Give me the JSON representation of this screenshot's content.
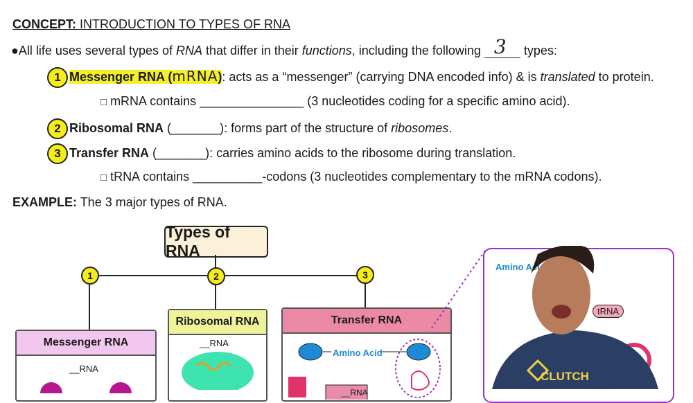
{
  "concept": {
    "prefix": "CONCEPT:",
    "title": "INTRODUCTION TO TYPES OF RNA"
  },
  "intro": {
    "bullet": "●",
    "text_a": "All life uses several types of ",
    "rna": "RNA",
    "text_b": " that differ in their ",
    "functions": "functions",
    "text_c": ", including the following ",
    "handwritten": "3",
    "text_d": " types:"
  },
  "items": [
    {
      "num": "1",
      "name": "Messenger RNA",
      "open": " (",
      "abbr": "mRNA",
      "close": ")",
      "desc_a": ": acts as a “messenger” (carrying DNA encoded info) & is ",
      "desc_it": "translated",
      "desc_b": " to protein."
    },
    {
      "num": "2",
      "name": "Ribosomal RNA",
      "blank": " (_______)",
      "desc_a": ": forms part of the structure of ",
      "desc_it": "ribosomes",
      "desc_b": "."
    },
    {
      "num": "3",
      "name": "Transfer RNA",
      "blank": " (_______)",
      "desc_a": ": carries amino acids to the ribosome during translation."
    }
  ],
  "sub1": {
    "box": "□",
    "text": "mRNA contains _______________ (3 nucleotides coding for a specific amino acid)."
  },
  "sub3": {
    "box": "□",
    "text": "tRNA contains __________-codons (3 nucleotides complementary to the mRNA codons)."
  },
  "example": {
    "prefix": "EXAMPLE:",
    "text": " The 3 major types of RNA."
  },
  "diagram": {
    "title": "Types of RNA",
    "nums": [
      "1",
      "2",
      "3"
    ],
    "cards": {
      "mrna": "Messenger RNA",
      "rrna": "Ribosomal RNA",
      "trna": "Transfer RNA"
    },
    "mrna_blank": "__RNA",
    "rrna_blank": "__RNA",
    "amino_acid": "Amino Acid",
    "trna_blank": "__RNA"
  },
  "video": {
    "label_amino": "Amino Acid",
    "trna_tag": "tRNA",
    "shirt": "CLUTCH"
  },
  "colors": {
    "highlight": "#f5ef2a",
    "purple": "#9b2fc9",
    "blue": "#1e8ad6",
    "pink": "#e0709a"
  }
}
